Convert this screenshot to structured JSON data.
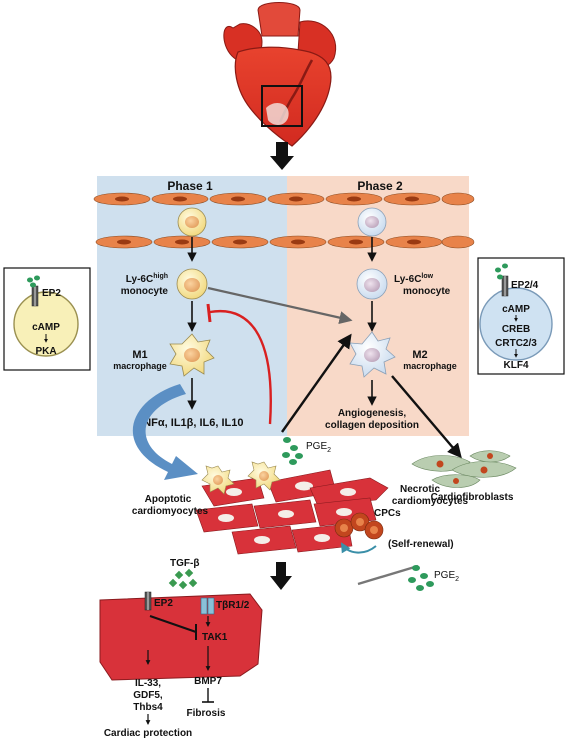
{
  "phases": {
    "phase1": "Phase 1",
    "phase2": "Phase 2"
  },
  "monocytes": {
    "high_name": "Ly-6C",
    "high_sup": "high",
    "low_name": "Ly-6C",
    "low_sup": "low",
    "word": "monocyte"
  },
  "macrophages": {
    "m1": "M1",
    "m2": "M2",
    "word": "macrophage"
  },
  "cytokines": "TNFα, IL1β, IL6, IL10",
  "outcomes": {
    "angio_line1": "Angiogenesis,",
    "angio_line2": "collagen deposition",
    "cardiofibroblasts": "Cardiofibroblasts",
    "apoptotic_line1": "Apoptotic",
    "apoptotic_line2": "cardiomyocytes",
    "necrotic_line1": "Necrotic",
    "necrotic_line2": "cardiomyocytes",
    "cpcs": "CPCs",
    "self_renewal": "(Self-renewal)"
  },
  "pge2": {
    "label_top": "PGE",
    "label_bottom": "PGE",
    "sub": "2"
  },
  "left_box": {
    "receptor": "EP2",
    "camp": "cAMP",
    "pka": "PKA"
  },
  "right_box": {
    "receptor": "EP2/4",
    "camp": "cAMP",
    "creb": "CREB",
    "crtc": "CRTC2/3",
    "klf4": "KLF4"
  },
  "bottom": {
    "tgfb": "TGF-β",
    "ep2": "EP2",
    "tbr": "TβR1/2",
    "tak1": "TAK1",
    "bmp7": "BMP7",
    "fibrosis": "Fibrosis",
    "il33": "IL-33,",
    "gdf5": "GDF5,",
    "thbs4": "Thbs4",
    "protection": "Cardiac protection"
  },
  "colors": {
    "phase1_bg": "#cfe0ee",
    "phase2_bg": "#f8d9c8",
    "myocyte": "#e8834a",
    "heart": "#e03428",
    "tissue": "#d8323a",
    "pge2_dot": "#2e9a5c",
    "inhibit_red": "#d92020",
    "curved_arrow": "#5b8fc4"
  }
}
